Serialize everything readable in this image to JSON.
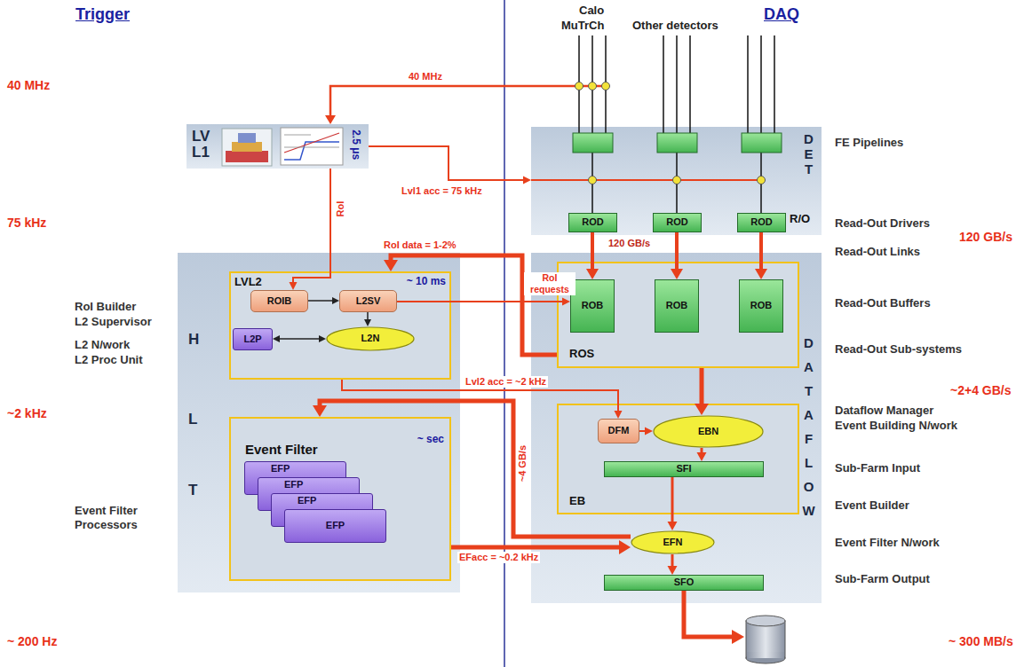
{
  "diagram": {
    "nodes": [
      {
        "text": [
          "LV L1",
          "2.5 μs"
        ]
      },
      {
        "text": [
          "H",
          "L",
          "T"
        ]
      },
      {
        "text": [
          "LVL2",
          "~ 10 ms"
        ],
        "in": 1
      },
      {
        "text": [
          "ROIB"
        ],
        "in": 2
      },
      {
        "text": [
          "L2SV"
        ],
        "in": 2
      },
      {
        "text": [
          "L2P"
        ],
        "in": 2
      },
      {
        "text": [
          "L2N"
        ],
        "in": 2
      },
      {
        "text": [
          "Event Filter",
          "~ sec"
        ],
        "in": 1
      },
      {
        "text": [
          "EFP"
        ],
        "in": 7
      },
      {
        "text": [
          "EFP"
        ],
        "in": 7
      },
      {
        "text": [
          "EFP"
        ],
        "in": 7
      },
      {
        "text": [
          "EFP"
        ],
        "in": 7
      },
      {
        "text": [
          "DET",
          "R/O"
        ]
      },
      {
        "text": [
          "ROD"
        ],
        "in": 12
      },
      {
        "text": [
          "ROD"
        ],
        "in": 12
      },
      {
        "text": [
          "ROD"
        ],
        "in": 12
      },
      {
        "text": [
          "DATAFLOW"
        ]
      },
      {
        "text": [
          "ROS"
        ],
        "in": 16
      },
      {
        "text": [
          "ROB"
        ],
        "in": 17
      },
      {
        "text": [
          "ROB"
        ],
        "in": 17
      },
      {
        "text": [
          "ROB"
        ],
        "in": 17
      },
      {
        "text": [
          "EB"
        ],
        "in": 16
      },
      {
        "text": [
          "DFM"
        ],
        "in": 21
      },
      {
        "text": [
          "EBN"
        ],
        "in": 21
      },
      {
        "text": [
          "SFI"
        ],
        "in": 21
      },
      {
        "text": [
          "EFN"
        ],
        "in": 16
      },
      {
        "text": [
          "SFO"
        ],
        "in": 16
      }
    ],
    "edges": [
      {
        "from": 0,
        "to": 3,
        "label": "RoI",
        "arrow": "to"
      },
      {
        "from": 0,
        "to": 12,
        "label": "Lvl1 acc = 75 kHz",
        "arrow": "to"
      },
      {
        "from": 13,
        "to": 18,
        "arrow": "to"
      },
      {
        "from": 14,
        "to": 19,
        "arrow": "to"
      },
      {
        "from": 15,
        "to": 20,
        "arrow": "to"
      },
      {
        "from": 3,
        "to": 4,
        "arrow": "to"
      },
      {
        "from": 4,
        "to": 6,
        "arrow": "to"
      },
      {
        "from": 5,
        "to": 6,
        "arrow": "both"
      },
      {
        "from": 4,
        "to": 18,
        "label": "RoI requests",
        "arrow": "to"
      },
      {
        "from": 17,
        "to": 2,
        "label": "RoI data = 1-2%",
        "arrow": "to"
      },
      {
        "from": 17,
        "to": 23,
        "arrow": "to"
      },
      {
        "from": 2,
        "to": 22,
        "label": "Lvl2 acc = ~2 kHz",
        "arrow": "to"
      },
      {
        "from": 22,
        "to": 23,
        "arrow": "to"
      },
      {
        "from": 23,
        "to": 24,
        "arrow": "to"
      },
      {
        "from": 24,
        "to": 25,
        "arrow": "to"
      },
      {
        "from": 25,
        "to": 7,
        "label": "~4 GB/s",
        "arrow": "to"
      },
      {
        "from": 7,
        "to": 25,
        "label": "EFacc = ~0.2 kHz",
        "arrow": "to"
      },
      {
        "from": 25,
        "to": 26,
        "arrow": "to"
      }
    ],
    "labels": [
      "Trigger",
      "DAQ",
      "40 MHz",
      "75 kHz",
      "~2 kHz",
      "~ 200 Hz",
      "Calo",
      "MuTrCh",
      "Other detectors",
      "40 MHz",
      "FE Pipelines",
      "Read-Out Drivers",
      "120 GB/s",
      "Read-Out Links",
      "120 GB/s",
      "Read-Out Buffers",
      "Read-Out Sub-systems",
      "~2+4 GB/s",
      "Dataflow Manager",
      "Event Building N/work",
      "Sub-Farm Input",
      "Event Builder",
      "Event Filter N/work",
      "Sub-Farm Output",
      "~ 300 MB/s",
      "RoI Builder",
      "L2 Supervisor",
      "L2 N/work",
      "L2 Proc Unit",
      "Event Filter Processors"
    ]
  }
}
